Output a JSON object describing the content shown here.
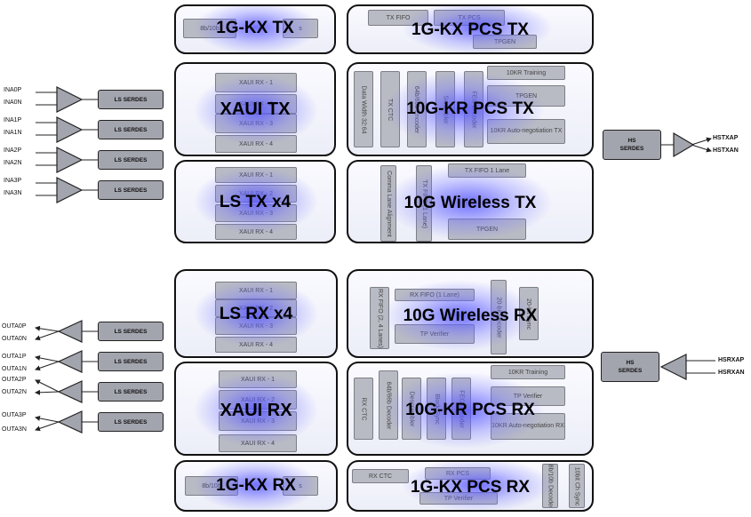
{
  "blocks": {
    "kx_tx": {
      "title": "1G-KX TX",
      "sub1": "8b/10b",
      "sub2": "s"
    },
    "kx_pcs_tx": {
      "title": "1G-KX PCS TX",
      "fifo": "TX FIFO",
      "pcs": "TX PCS",
      "tpgen": "TPGEN"
    },
    "xaui_tx": {
      "title": "XAUI TX",
      "rows": [
        "XAUI RX - 1",
        "XAUI RX - 2",
        "XAUI RX - 3",
        "XAUI RX - 4"
      ]
    },
    "kr_pcs_tx": {
      "title": "10G-KR PCS TX",
      "v1": "Data Width 32:64",
      "v2": "TX CTC",
      "v3": "64b/66b Encoder",
      "v4": "Scrambler",
      "v5": "FEC Encoder",
      "training": "10KR Training",
      "tpgen": "TPGEN",
      "autoneg": "10KR Auto-negotiation TX"
    },
    "ls_tx": {
      "title": "LS TX x4",
      "rows": [
        "XAUI RX - 1",
        "XAUI RX - 2",
        "XAUI RX - 3",
        "XAUI RX - 4"
      ]
    },
    "wl_tx": {
      "title": "10G Wireless TX",
      "v1": "Comma Lane Alignment",
      "v2": "TX FIFO (1 Lane)",
      "fifo": "TX FIFO 1 Lane",
      "tpgen": "TPGEN"
    },
    "ls_rx": {
      "title": "LS RX x4",
      "rows": [
        "XAUI RX - 1",
        "XAUI RX - 2",
        "XAUI RX - 3",
        "XAUI RX - 4"
      ]
    },
    "wl_rx": {
      "title": "10G Wireless RX",
      "v1": "RX FIFO (2, 4 Lanes)",
      "fifo": "RX FIFO (1 Lane)",
      "tpv": "TP Verifier",
      "v2": "20-bit Decoder",
      "v3": "20-bit Sync"
    },
    "xaui_rx": {
      "title": "XAUI RX",
      "rows": [
        "XAUI RX - 1",
        "XAUI RX - 2",
        "XAUI RX - 3",
        "XAUI RX - 4"
      ]
    },
    "kr_pcs_rx": {
      "title": "10G-KR PCS RX",
      "v1": "RX CTC",
      "v2": "64b/66b Decoder",
      "v3": "Descrambler",
      "v4": "Block Sync",
      "v5": "FEC Decoder",
      "training": "10KR Training",
      "tpv": "TP Verifier",
      "autoneg": "10KR Auto-negotiation RX"
    },
    "kx_rx": {
      "title": "1G-KX RX",
      "sub1": "8b/10b",
      "sub2": "s"
    },
    "kx_pcs_rx": {
      "title": "1G-KX PCS RX",
      "ctc": "RX CTC",
      "pcs": "RX PCS",
      "tpv": "TP Verifier",
      "v1": "8b/10b Decoder",
      "v2": "10bit Ch Sync"
    }
  },
  "serdes": {
    "ls": "LS SERDES",
    "hs1": "HS",
    "hs2": "SERDES"
  },
  "pins": {
    "in": [
      [
        "INA0P",
        "INA0N"
      ],
      [
        "INA1P",
        "INA1N"
      ],
      [
        "INA2P",
        "INA2N"
      ],
      [
        "INA3P",
        "INA3N"
      ]
    ],
    "out": [
      [
        "OUTA0P",
        "OUTA0N"
      ],
      [
        "OUTA1P",
        "OUTA1N"
      ],
      [
        "OUTA2P",
        "OUTA2N"
      ],
      [
        "OUTA3P",
        "OUTA3N"
      ]
    ],
    "hstx": [
      "HSTXAP",
      "HSTXAN"
    ],
    "hsrx": [
      "HSRXAP",
      "HSRXAN"
    ]
  }
}
